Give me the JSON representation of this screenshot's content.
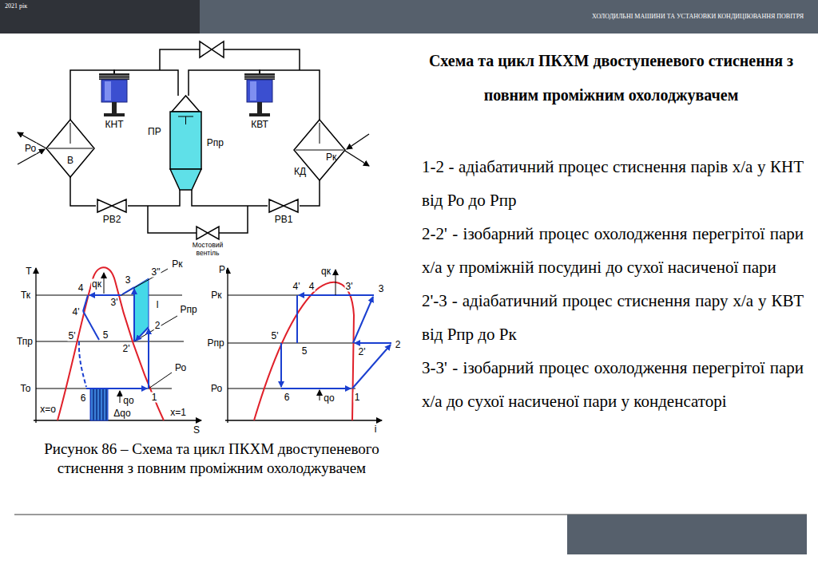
{
  "diagram": {
    "title": "Схема та цикл ПКХМ двоступеневого стиснення з повним проміжним охолоджувачем",
    "caption": "Рисунок 86 – Схема та цикл ПКХМ двоступеневого стиснення з повним проміжним охолоджувачем",
    "nodes": [
      {
        "text": [
          "В"
        ]
      },
      {
        "text": [
          "КНТ"
        ]
      },
      {
        "text": [
          "ПР",
          "Рпр"
        ]
      },
      {
        "text": [
          "КВТ"
        ]
      },
      {
        "text": [
          "КД",
          "Рк"
        ]
      },
      {
        "text": [
          "РВ2"
        ]
      },
      {
        "text": [
          "РВ1"
        ]
      },
      {
        "text": [
          "Мостовий вентіль"
        ]
      }
    ],
    "edges": [
      {
        "from": 0,
        "to": 1,
        "arrow": "none"
      },
      {
        "from": 1,
        "to": 2,
        "arrow": "none"
      },
      {
        "from": 2,
        "to": 3,
        "arrow": "none"
      },
      {
        "from": 3,
        "to": 4,
        "arrow": "none"
      },
      {
        "from": 4,
        "to": 6,
        "arrow": "none"
      },
      {
        "from": 6,
        "to": 2,
        "arrow": "none"
      },
      {
        "from": 2,
        "to": 5,
        "arrow": "none"
      },
      {
        "from": 5,
        "to": 0,
        "arrow": "none"
      }
    ],
    "labels": [
      "2021 рік",
      "ХОЛОДИЛЬНІ МАШИНИ ТА УСТАНОВКИ КОНДИЦІЮВАННЯ ПОВІТРЯ",
      "Ро",
      "T",
      "Тк",
      "Тпр",
      "То",
      "S",
      "4",
      "4'",
      "5'",
      "5",
      "6",
      "1",
      "2",
      "2'",
      "3",
      "3'",
      "3\"",
      "Рк",
      "Рпр",
      "Ро",
      "qк",
      "qо",
      "Δqо",
      "l",
      "x=o",
      "x=1",
      "Р",
      "Рк",
      "Рпр",
      "Ро",
      "i",
      "4'",
      "4",
      "3'",
      "3",
      "5'",
      "5",
      "2'",
      "2",
      "6",
      "1",
      "qк",
      "qо",
      "1-2 - адіабатичний процес стиснення парів х/а у КНТ від Ро до Рпр",
      "2-2' - ізобарний процес охолодження перегрітої пари х/а у проміжній посудині до сухої насиченої пари",
      "2'-3 - адіабатичний процес стиснення пару х/а у КВТ від Рпр до Рк",
      "3-3' - ізобарний процес охолодження перегрітої пари х/а до сухої насиченої пари у конденсаторі"
    ]
  }
}
